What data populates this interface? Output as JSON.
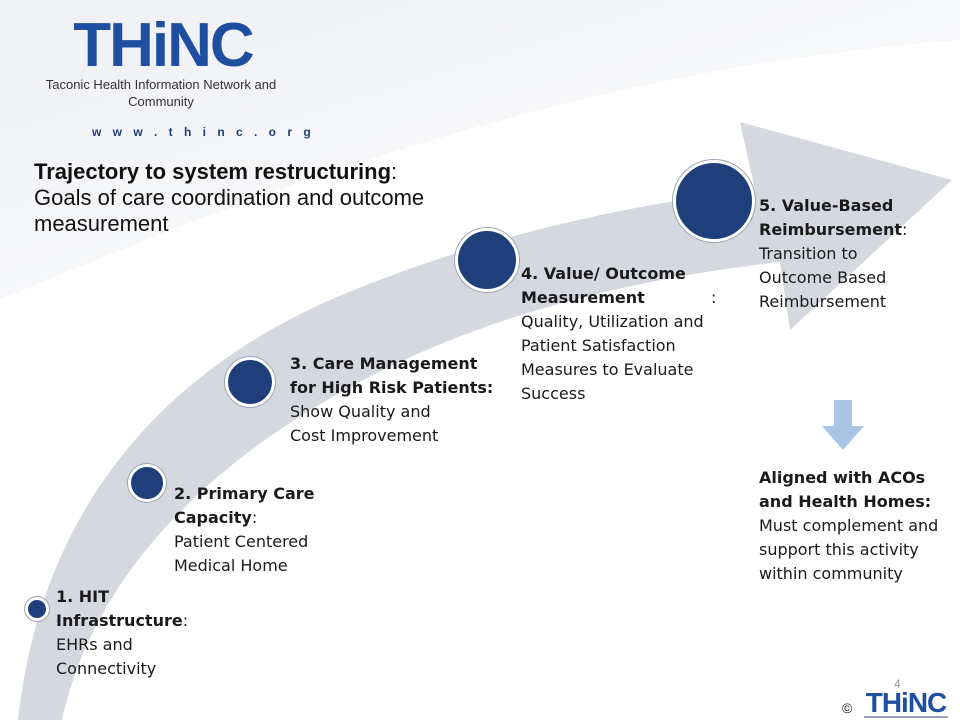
{
  "logo": {
    "text": "THiNC",
    "subtitle": "Taconic Health Information Network and Community",
    "url": "w w w . t h i n c . o r g"
  },
  "title": {
    "bold": "Trajectory to system restructuring",
    "colon": ":",
    "rest": "Goals of care coordination and outcome measurement"
  },
  "steps": [
    {
      "heading": "1. HIT Infrastructure",
      "sep": ":",
      "body": "EHRs and Connectivity"
    },
    {
      "heading": "2. Primary Care Capacity",
      "sep": ":",
      "body": "Patient Centered Medical Home"
    },
    {
      "heading": "3. Care Management for High Risk Patients:",
      "sep": "",
      "body": "Show Quality and Cost Improvement"
    },
    {
      "heading": "4. Value/ Outcome Measurement",
      "sep": ":",
      "body": "Quality, Utilization and Patient Satisfaction Measures to Evaluate Success"
    },
    {
      "heading": "5. Value-Based Reimbursement",
      "sep": ":",
      "body": "Transition to Outcome Based Reimbursement"
    }
  ],
  "aligned": {
    "heading": "Aligned with ACOs and Health Homes:",
    "body": "Must complement and support this activity within community"
  },
  "footer": {
    "copyright": "©",
    "page_number": "4",
    "small_logo_text": "THiNC"
  },
  "colors": {
    "arrow": "#d6d8df",
    "dot": "#1f3f7a",
    "logo_blue": "#1f4fa0",
    "down_arrow": "#a9c4e6"
  }
}
